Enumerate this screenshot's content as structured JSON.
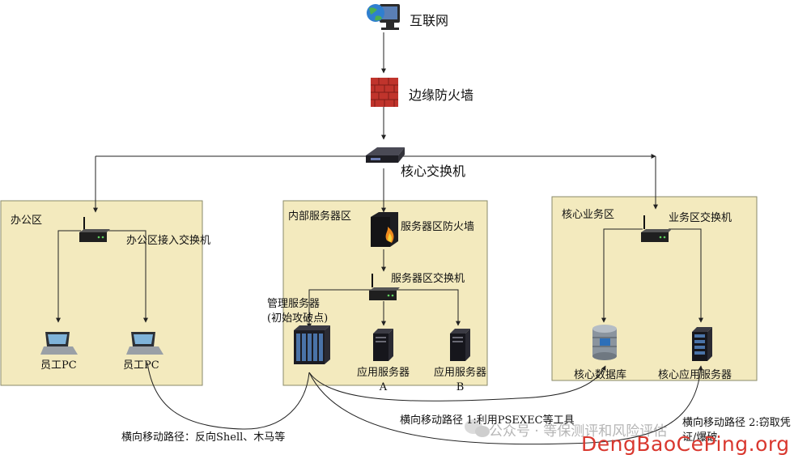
{
  "top": {
    "internet": "互联网",
    "edge_firewall": "边缘防火墙",
    "core_switch": "核心交换机"
  },
  "office": {
    "zone_title": "办公区",
    "access_switch": "办公区接入交换机",
    "pc1": "员工PC",
    "pc2": "员工PC"
  },
  "internal": {
    "zone_title": "内部服务器区",
    "server_firewall": "服务器区防火墙",
    "server_switch": "服务器区交换机",
    "mgmt_server": "管理服务器(初始攻破点)",
    "app_server_a": "应用服务器A",
    "app_server_b": "应用服务器B"
  },
  "core": {
    "zone_title": "核心业务区",
    "biz_switch": "业务区交换机",
    "database": "核心数据库",
    "app_server": "核心应用服务器"
  },
  "paths": {
    "path_reverse_shell": "横向移动路径：反向Shell、木马等",
    "path_1": "横向移动路径 1:利用PSEXEC等工具",
    "path_2": "横向移动路径 2:窃取凭证/爆破"
  },
  "watermark": {
    "account": "公众号 · 等保测评和风险评估",
    "site": "DengBaoCePing.org"
  },
  "colors": {
    "zone_fill": "#f3eabe",
    "zone_border": "#8a8a6a",
    "line": "#222222",
    "firewall_red": "#c0342c",
    "watermark_red": "#d9382f"
  }
}
